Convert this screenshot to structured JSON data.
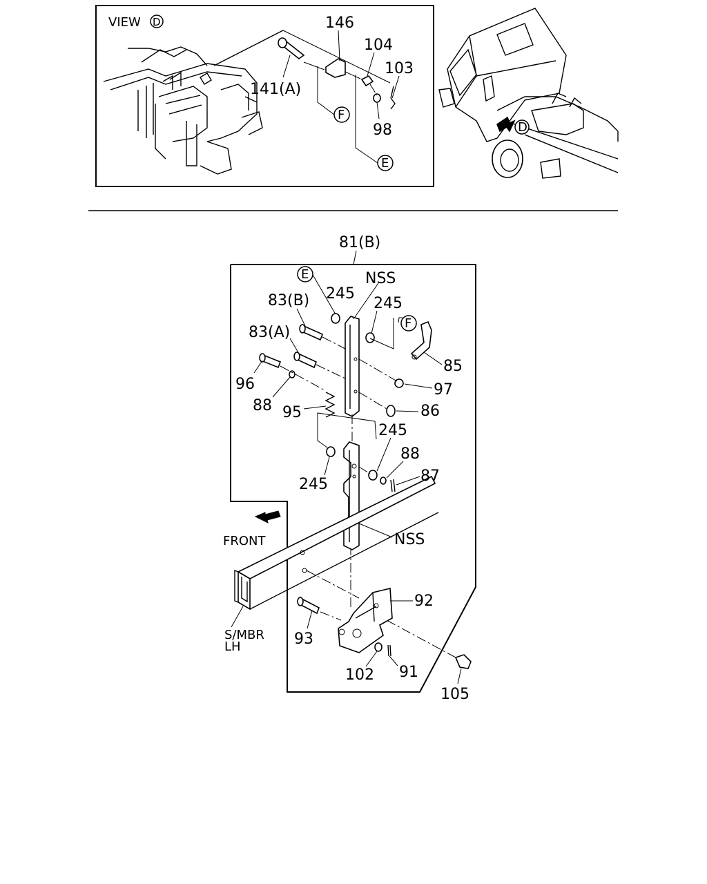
{
  "view_d": {
    "view_label": "VIEW",
    "view_ref": "D",
    "callouts": {
      "c146": "146",
      "c104": "104",
      "c103": "103",
      "c141a": "141(A)",
      "c98": "98",
      "ref_f": "F",
      "ref_e": "E"
    }
  },
  "truck": {
    "ref_d": "D"
  },
  "main": {
    "assembly": "81(B)",
    "labels": {
      "ref_e": "E",
      "ref_f": "F",
      "nss_top": "NSS",
      "nss_bottom": "NSS",
      "l245_a": "245",
      "l245_b": "245",
      "l245_c": "245",
      "l245_d": "245",
      "l83b": "83(B)",
      "l83a": "83(A)",
      "l96": "96",
      "l88_a": "88",
      "l88_b": "88",
      "l95": "95",
      "l85": "85",
      "l97": "97",
      "l86": "86",
      "l87": "87",
      "l92": "92",
      "l93": "93",
      "l102": "102",
      "l91": "91",
      "l105": "105",
      "front": "FRONT",
      "smbr": "S/MBR",
      "lh": "LH"
    }
  }
}
